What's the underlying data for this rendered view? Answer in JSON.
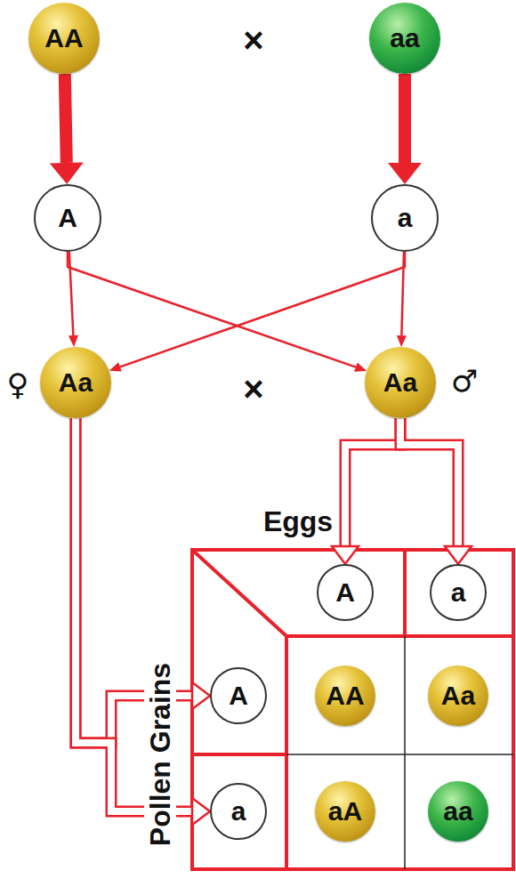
{
  "diagram": {
    "nodes": [
      {
        "text": [
          "AA"
        ]
      },
      {
        "text": [
          "aa"
        ]
      },
      {
        "text": [
          "A"
        ]
      },
      {
        "text": [
          "a"
        ]
      },
      {
        "text": [
          "Aa"
        ]
      },
      {
        "text": [
          "Aa"
        ]
      },
      {
        "text": [
          "A"
        ]
      },
      {
        "text": [
          "a"
        ]
      },
      {
        "text": [
          "A"
        ]
      },
      {
        "text": [
          "AA"
        ]
      },
      {
        "text": [
          "Aa"
        ]
      },
      {
        "text": [
          "a"
        ]
      },
      {
        "text": [
          "aA"
        ]
      },
      {
        "text": [
          "aa"
        ]
      }
    ],
    "edges": [
      {
        "from": 0,
        "to": 2,
        "arrow": "to"
      },
      {
        "from": 1,
        "to": 3,
        "arrow": "to"
      },
      {
        "from": 2,
        "to": 4,
        "arrow": "to"
      },
      {
        "from": 2,
        "to": 5,
        "arrow": "to"
      },
      {
        "from": 3,
        "to": 5,
        "arrow": "to"
      },
      {
        "from": 3,
        "to": 4,
        "arrow": "to"
      },
      {
        "from": 5,
        "to": 6,
        "arrow": "to"
      },
      {
        "from": 5,
        "to": 7,
        "arrow": "to"
      },
      {
        "from": 4,
        "to": 8,
        "arrow": "to"
      },
      {
        "from": 4,
        "to": 11,
        "arrow": "to"
      }
    ],
    "labels": [
      "×",
      "×",
      "♀",
      "♂",
      "Eggs",
      "Pollen Grains"
    ]
  }
}
